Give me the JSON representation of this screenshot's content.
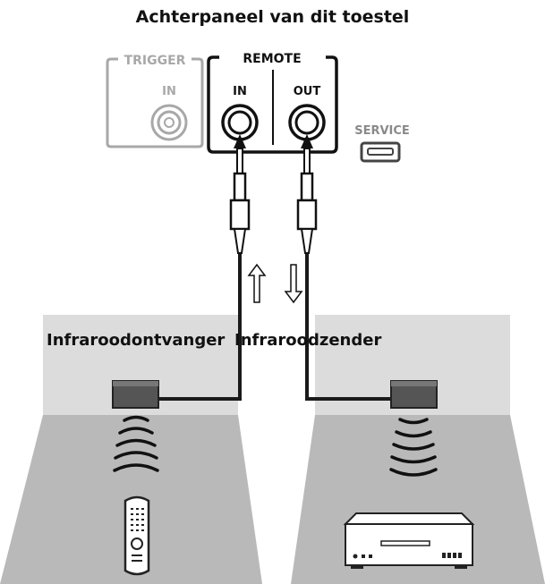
{
  "title": "Achterpaneel van dit toestel",
  "panel": {
    "trigger_label": "TRIGGER",
    "trigger_in_label": "IN",
    "remote_label": "REMOTE",
    "remote_in_label": "IN",
    "remote_out_label": "OUT",
    "service_label": "SERVICE"
  },
  "rooms": {
    "receiver_label": "Infraroodontvanger",
    "emitter_label": "Infraroodzender"
  },
  "colors": {
    "wall": "#dcdcdc",
    "floor": "#b9b9b9",
    "cable": "#1a1a1a",
    "trigger_gray": "#a8a8a8"
  },
  "icons": [
    "jack-socket-icon",
    "mini-plug-icon",
    "usb-port-icon",
    "signal-arrow-icon",
    "ir-wave-icon",
    "remote-control-icon",
    "cd-player-icon"
  ]
}
